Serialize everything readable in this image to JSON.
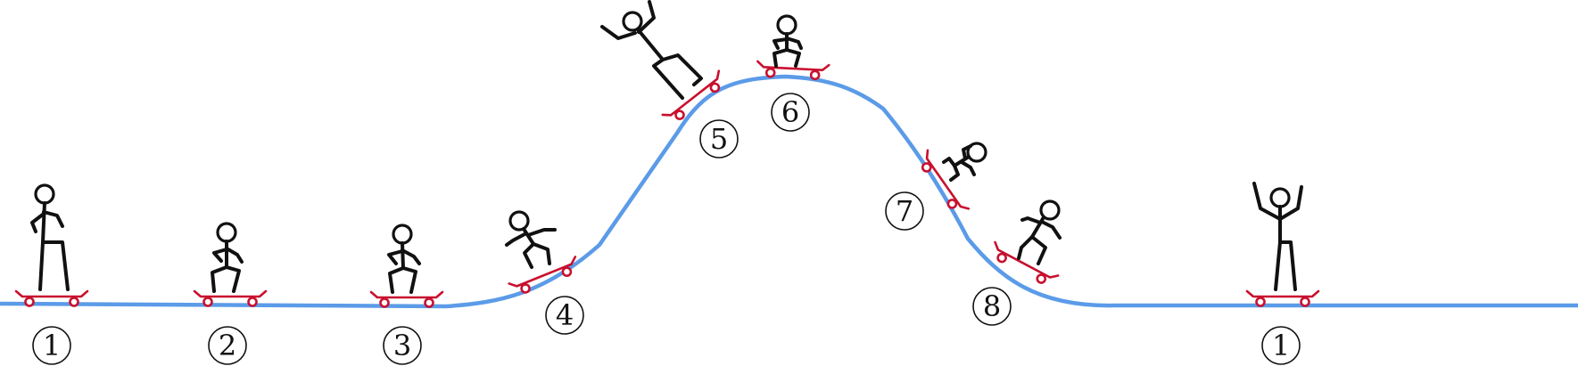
{
  "figure": {
    "track_color": "#5b9be8",
    "skater_color": "#111111",
    "board_color": "#c8102e",
    "stage_labels": [
      "1",
      "2",
      "3",
      "4",
      "5",
      "6",
      "7",
      "8",
      "1"
    ]
  }
}
